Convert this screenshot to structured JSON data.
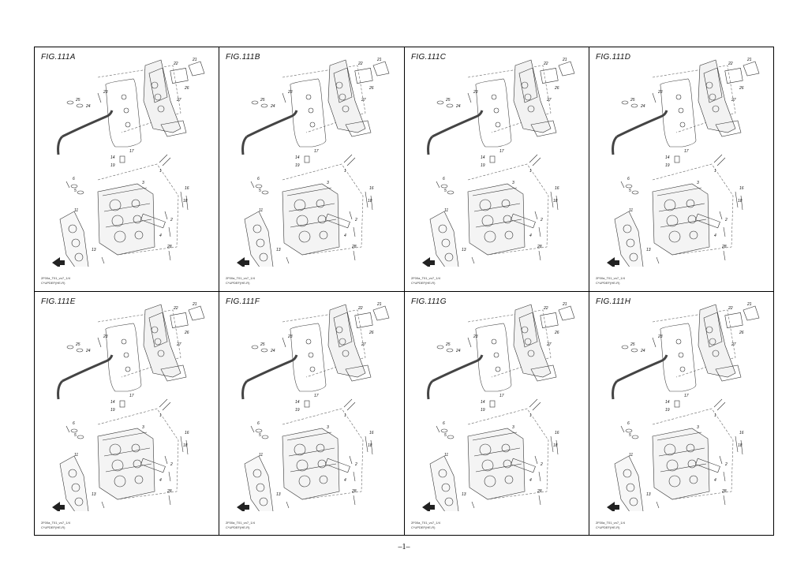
{
  "figures": [
    {
      "title": "FIG.111A",
      "code": "2F00a_T01_vo7_1/4",
      "model": "C*UPDEF(HE-R)"
    },
    {
      "title": "FIG.111B",
      "code": "2F00a_T01_vo7_1/4",
      "model": "C*UPDEF(HE-R)"
    },
    {
      "title": "FIG.111C",
      "code": "2F00a_T01_vo7_1/4",
      "model": "C*UPDEF(HE-R)"
    },
    {
      "title": "FIG.111D",
      "code": "2F00a_T01_vo7_1/4",
      "model": "C*UPDEF(HE-R)"
    },
    {
      "title": "FIG.111E",
      "code": "2F00a_T01_vo7_1/4",
      "model": "C*UPDEF(HE-R)"
    },
    {
      "title": "FIG.111F",
      "code": "2F00a_T01_vo7_1/4",
      "model": "C*UPDEF(HE-R)"
    },
    {
      "title": "FIG.111G",
      "code": "2F00a_T01_vo7_1/4",
      "model": "C*UPDEF(HE-R)"
    },
    {
      "title": "FIG.111H",
      "code": "2F00a_T01_vo7_1/4",
      "model": "C*UPDEF(HE-R)"
    }
  ],
  "callouts": [
    "21",
    "22",
    "26",
    "27",
    "25",
    "24",
    "23",
    "14",
    "19",
    "6",
    "5",
    "3",
    "16",
    "18",
    "11",
    "2",
    "13",
    "28",
    "4",
    "17",
    "1"
  ],
  "page_number": "–1–"
}
